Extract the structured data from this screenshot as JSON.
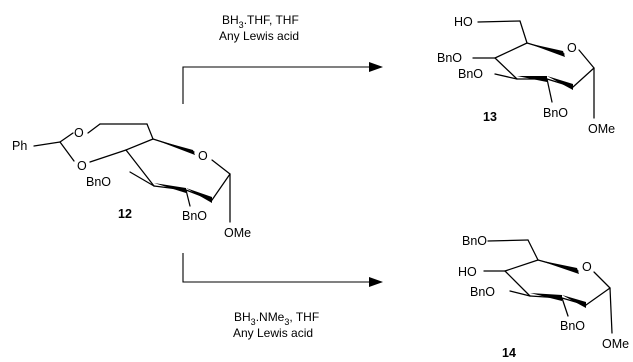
{
  "reactions": [
    {
      "reagent": "BH",
      "reagent_sub": "3",
      "reagent_rest": ".THF, THF",
      "catalyst": "Any Lewis acid"
    },
    {
      "reagent": "BH",
      "reagent_sub": "3",
      "reagent_rest": ".NMe",
      "reagent_sub2": "3",
      "reagent_rest2": ", THF",
      "catalyst": "Any Lewis acid"
    }
  ],
  "compounds": {
    "c12": {
      "number": "12",
      "ph": "Ph",
      "o_acetal_top": "O",
      "o_acetal_bottom": "O",
      "o_ring": "O",
      "bno_3": "BnO",
      "bno_2": "BnO",
      "ome": "OMe"
    },
    "c13": {
      "number": "13",
      "ho": "HO",
      "bno_4": "BnO",
      "bno_3": "BnO",
      "bno_2": "BnO",
      "o_ring": "O",
      "ome": "OMe"
    },
    "c14": {
      "number": "14",
      "bno_6": "BnO",
      "ho": "HO",
      "bno_3": "BnO",
      "bno_2": "BnO",
      "o_ring": "O",
      "ome": "OMe"
    }
  }
}
